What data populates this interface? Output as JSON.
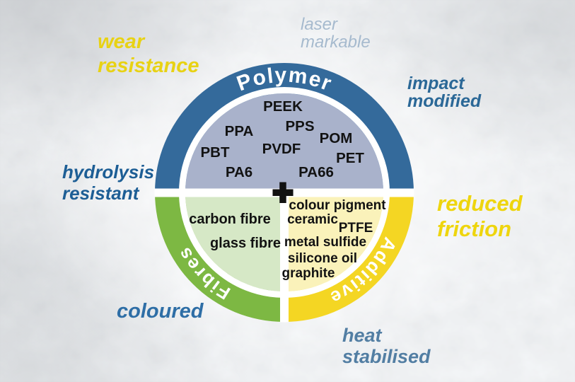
{
  "diagram": {
    "background_color": "#e9ebec",
    "center_symbol": "+",
    "segments": {
      "polymer": {
        "label": "Polymer",
        "ring_color": "#346a9b",
        "fill_color": "#a9b2cb",
        "items": [
          "PEEK",
          "PPS",
          "PPA",
          "POM",
          "PVDF",
          "PBT",
          "PET",
          "PA6",
          "PA66"
        ]
      },
      "fibres": {
        "label": "Fibres",
        "ring_color": "#7db843",
        "fill_color": "#d6e8c6",
        "items": [
          "carbon fibre",
          "glass fibre"
        ]
      },
      "additive": {
        "label": "Additive",
        "ring_color": "#f4d623",
        "fill_color": "#faf2ba",
        "items": [
          "colour pigment",
          "ceramic",
          "PTFE",
          "metal sulfide",
          "silicone oil",
          "graphite"
        ]
      }
    },
    "annotations": {
      "wear_resistance": {
        "lines": [
          "wear",
          "resistance"
        ],
        "color": "#e8d214"
      },
      "laser_markable": {
        "lines": [
          "laser",
          "markable"
        ],
        "color": "#a6bace"
      },
      "impact_modified": {
        "lines": [
          "impact",
          "modified"
        ],
        "color": "#2b6897"
      },
      "hydrolysis_resistant": {
        "lines": [
          "hydrolysis",
          "resistant"
        ],
        "color": "#1d5e95"
      },
      "reduced_friction": {
        "lines": [
          "reduced",
          "friction"
        ],
        "color": "#eed50e"
      },
      "coloured": {
        "lines": [
          "coloured"
        ],
        "color": "#2e6ea6"
      },
      "heat_stabilised": {
        "lines": [
          "heat",
          "stabilised"
        ],
        "color": "#527ea3"
      }
    }
  }
}
